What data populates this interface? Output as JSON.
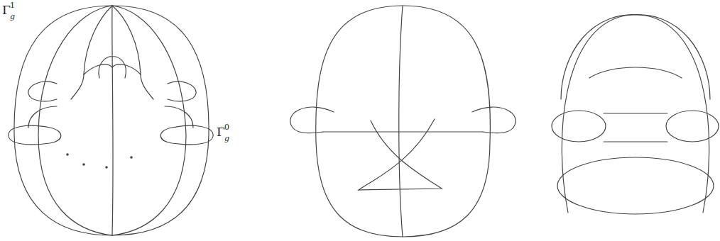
{
  "diagram": {
    "labels": [
      "Γ",
      "g",
      "1",
      "Γ",
      "g",
      "0"
    ]
  }
}
